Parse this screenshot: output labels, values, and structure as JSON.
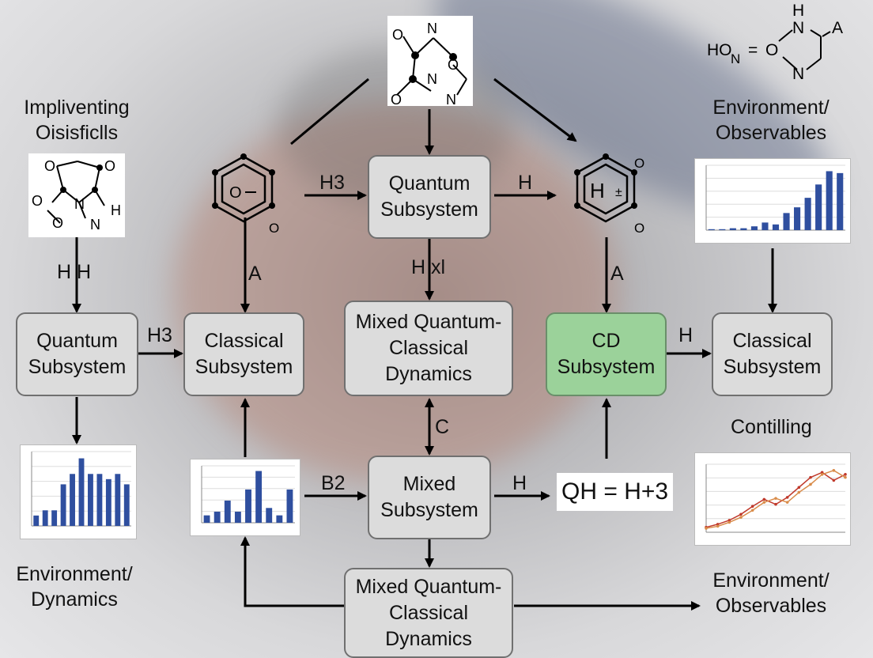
{
  "labels": {
    "top_left_title": "Impliventing\nOisisficlls",
    "env_dynamics": "Environment/\nDynamics",
    "env_observables_top": "Environment/\nObservables",
    "env_observables_bottom": "Environment/\nObservables",
    "contilling": "Contilling",
    "equation": "QH = H+3"
  },
  "boxes": {
    "qs_left": "Quantum\nSubsystem",
    "cs_left": "Classical\nSubsystem",
    "qs_top": "Quantum\nSubsystem",
    "mqcd_mid": "Mixed Quantum-\nClassical\nDynamics",
    "cd_green": "CD\nSubsystem",
    "cs_right": "Classical\nSubsystem",
    "mixed_sub": "Mixed\nSubsystem",
    "mqcd_bottom": "Mixed Quantum-\nClassical\nDynamics"
  },
  "edge_labels": {
    "hh": "H H",
    "h3_left": "H3",
    "a_left": "A",
    "h3_top": "H3",
    "h_top": "H",
    "hxl": "H xl",
    "a_right": "A",
    "h_right": "H",
    "c_mid": "C",
    "b2": "B2",
    "h_eq": "H"
  },
  "molecules": {
    "top_center": [
      "O",
      "N",
      "O",
      "N",
      "O",
      "N"
    ],
    "top_right": [
      "HO",
      "N",
      "=",
      "O",
      "H",
      "N",
      "A",
      "N"
    ],
    "left": [
      "O",
      "O",
      "O",
      "N",
      "H",
      "O",
      "N"
    ],
    "hexagon_left": [
      "O",
      "O"
    ],
    "hexagon_right": [
      "H",
      "O",
      "O"
    ]
  },
  "colors": {
    "box_fill": "#dcdcdc",
    "box_border": "#707070",
    "green_fill": "#9bd29a",
    "bar_blue": "#2f4f9f",
    "arrow": "#000000",
    "line_red": "#c0392b"
  },
  "chart_data": [
    {
      "type": "bar",
      "values": [
        2,
        3,
        3,
        8,
        10,
        13,
        10,
        10,
        9,
        10,
        8
      ],
      "title": "",
      "xlabel": "",
      "ylabel": ""
    },
    {
      "type": "bar",
      "values": [
        2,
        3,
        6,
        3,
        9,
        14,
        4,
        2,
        9
      ],
      "title": "",
      "xlabel": "",
      "ylabel": ""
    },
    {
      "type": "bar",
      "values": [
        0.5,
        0.5,
        1,
        1,
        2,
        4,
        3,
        9,
        12,
        17,
        24,
        31,
        30
      ],
      "title": "",
      "xlabel": "",
      "ylabel": ""
    },
    {
      "type": "line",
      "series": [
        {
          "values": [
            5,
            8,
            12,
            18,
            26,
            33,
            28,
            35,
            45,
            55,
            60,
            52,
            58
          ]
        },
        {
          "values": [
            4,
            6,
            10,
            15,
            22,
            30,
            34,
            30,
            40,
            48,
            58,
            62,
            55
          ]
        }
      ],
      "title": "",
      "xlabel": "",
      "ylabel": ""
    }
  ]
}
